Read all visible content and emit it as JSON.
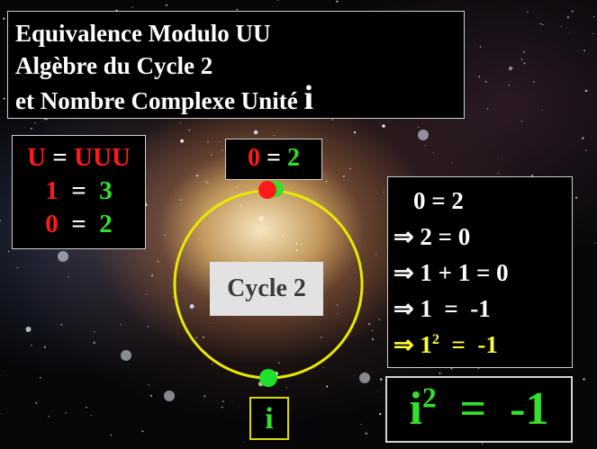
{
  "title": {
    "line1": "Equivalence Modulo UU",
    "line2": "Algèbre du Cycle 2",
    "line3": "et Nombre Complexe Unité",
    "line3_symbol": "i"
  },
  "equivalences": {
    "row1": {
      "left": "U",
      "eq": " = ",
      "right": "UUU"
    },
    "row2": {
      "left": "1",
      "eq": "  =  ",
      "right": "3"
    },
    "row3": {
      "left": "0",
      "eq": "  =  ",
      "right": "2"
    }
  },
  "top_label": {
    "left": "0",
    "eq": " = ",
    "right": "2"
  },
  "cycle_label": "Cycle 2",
  "bottom_label": "i",
  "steps": {
    "line1": "0 = 2",
    "line2": "⇒ 2 = 0",
    "line3": "⇒ 1 + 1 = 0",
    "line4": "⇒ 1  =  -1",
    "line5_prefix": "⇒ 1",
    "line5_exp": "2",
    "line5_suffix": "  =  -1"
  },
  "result": {
    "base": "i",
    "exp": "2",
    "rest": "  =  -1"
  },
  "colors": {
    "red": "#ff1a1a",
    "green": "#33e02c",
    "yellow": "#ffff33",
    "circle": "#e8e800"
  },
  "markers": {
    "top": [
      "red-dot",
      "green-dot"
    ],
    "bottom": [
      "green-dot"
    ]
  }
}
